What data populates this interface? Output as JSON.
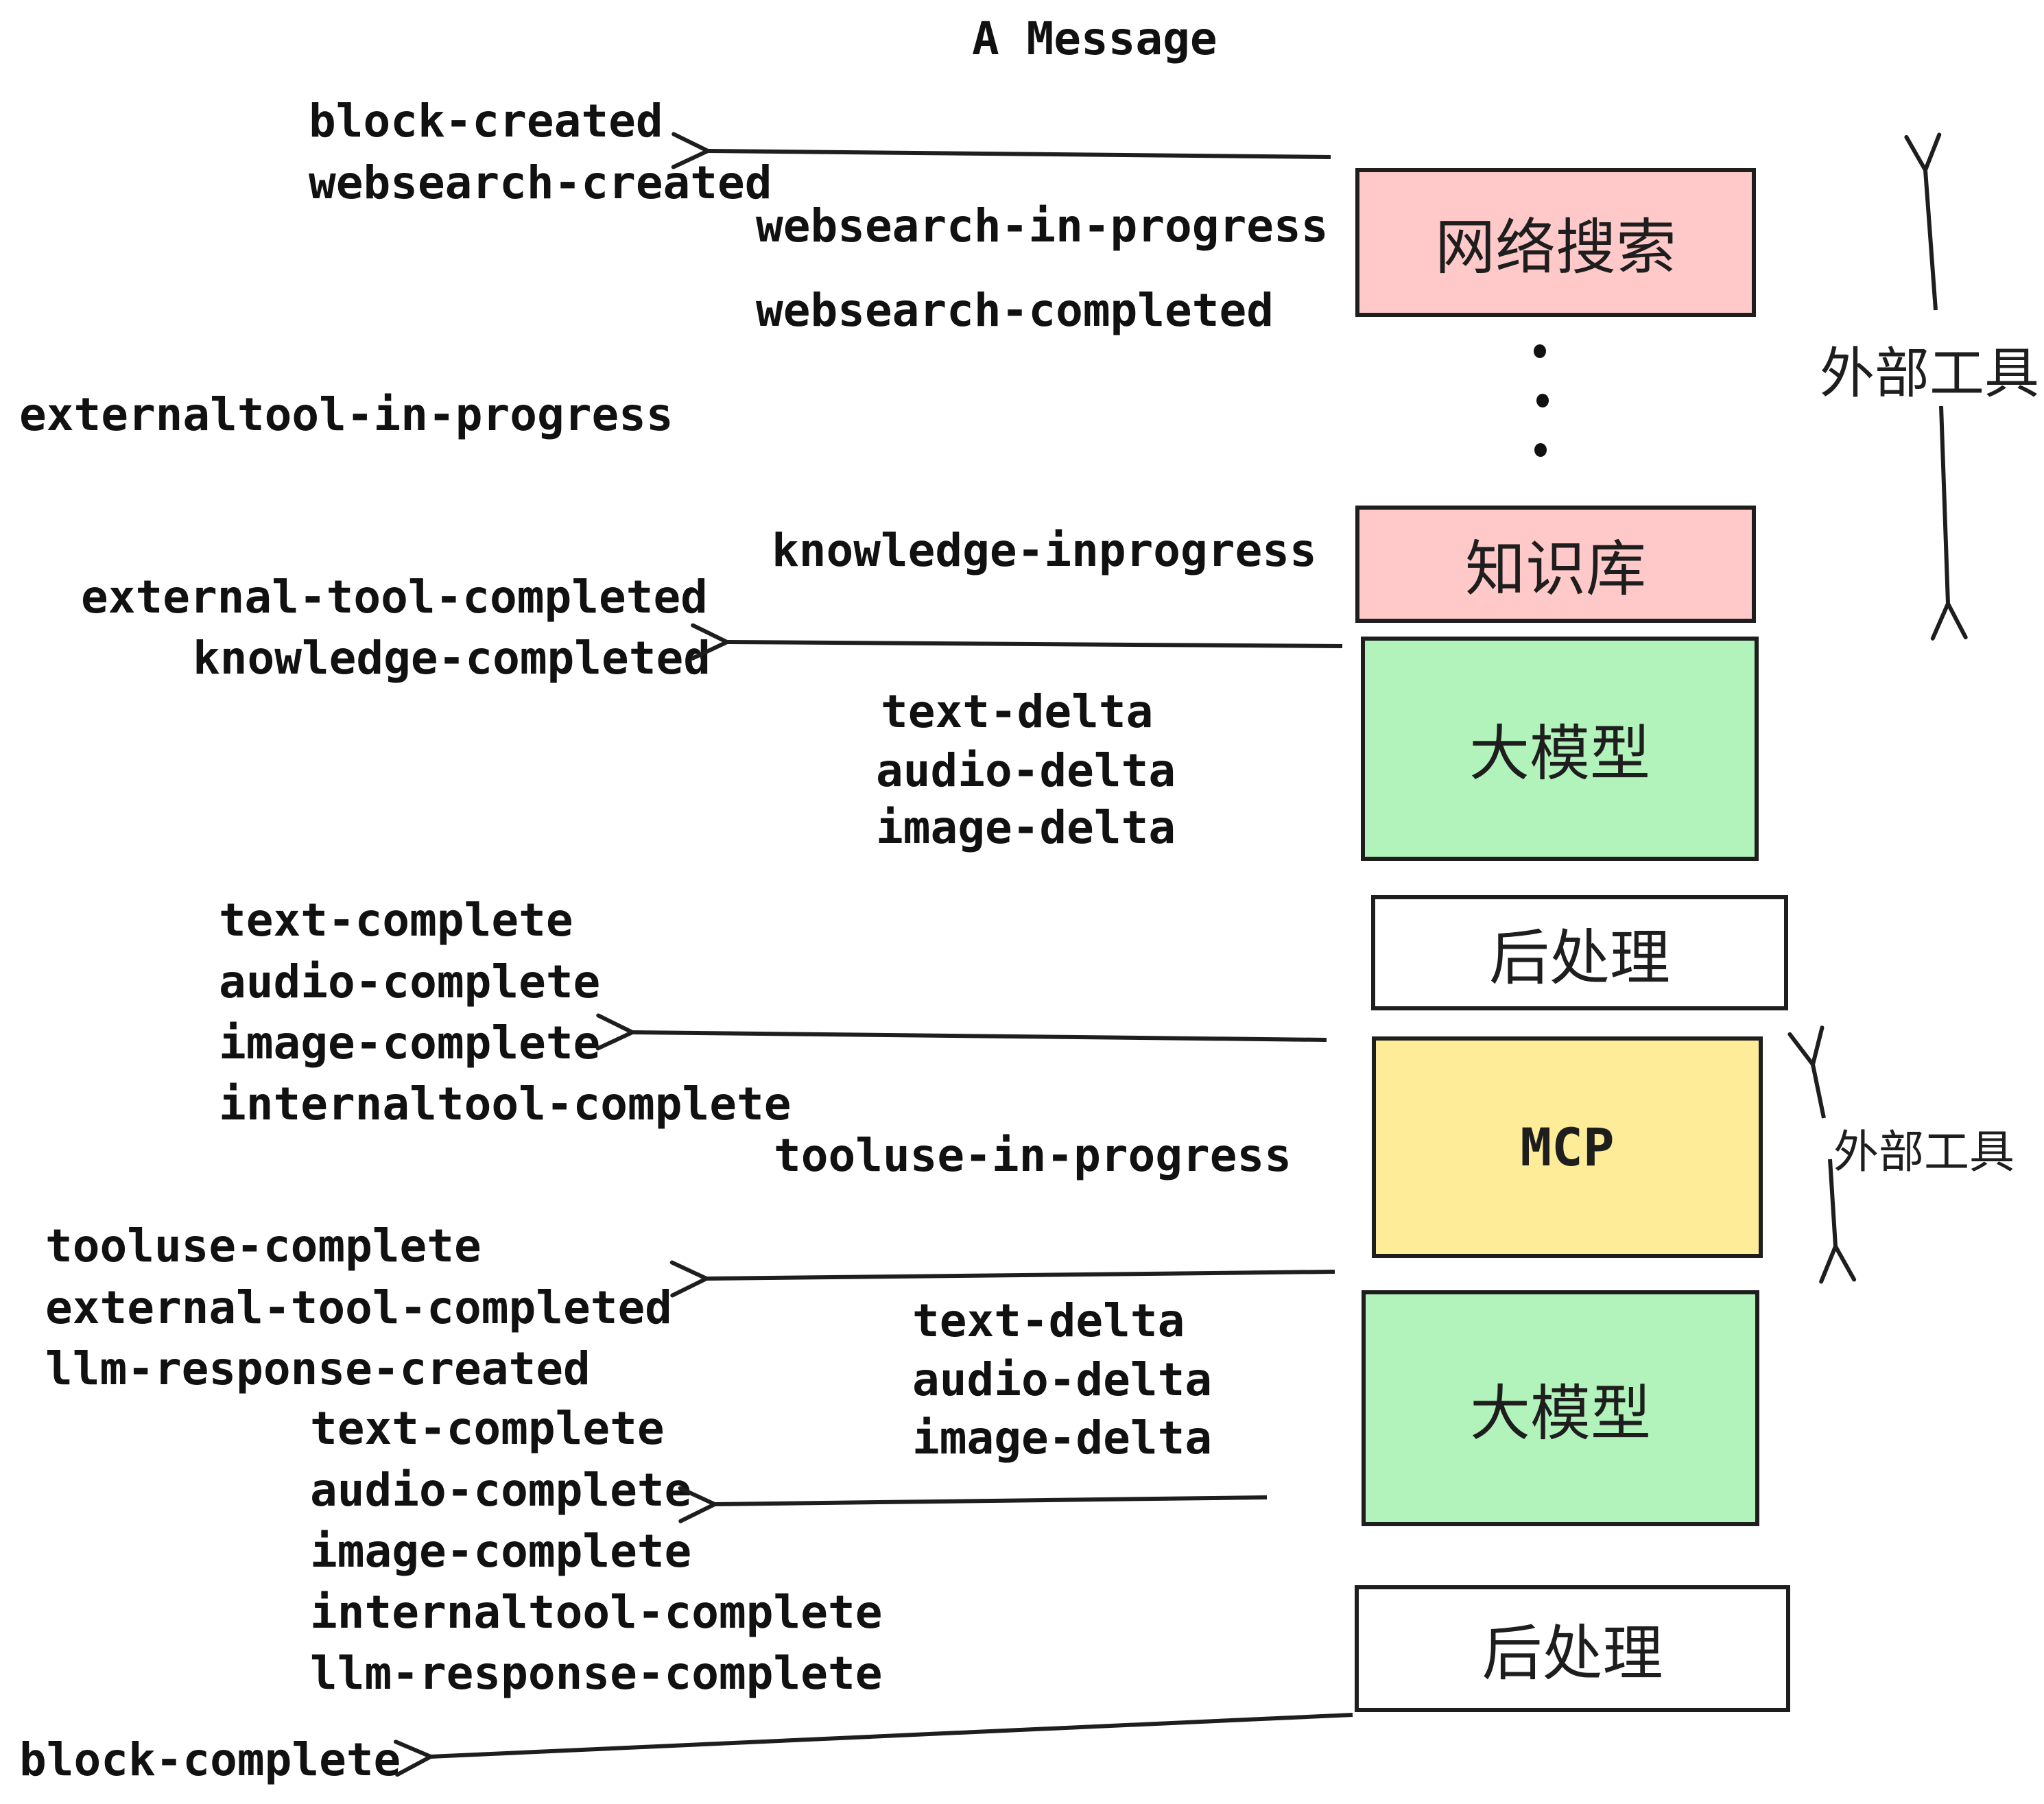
{
  "title": "A Message",
  "events": {
    "block_created": "block-created",
    "websearch_created": "websearch-created",
    "websearch_in_progress": "websearch-in-progress",
    "websearch_completed": "websearch-completed",
    "externaltool_in_progress": "externaltool-in-progress",
    "knowledge_inprogress": "knowledge-inprogress",
    "external_tool_completed": "external-tool-completed",
    "knowledge_completed": "knowledge-completed",
    "text_delta": "text-delta",
    "audio_delta": "audio-delta",
    "image_delta": "image-delta",
    "text_complete": "text-complete",
    "audio_complete": "audio-complete",
    "image_complete": "image-complete",
    "internaltool_complete": "internaltool-complete",
    "tooluse_in_progress": "tooluse-in-progress",
    "tooluse_complete": "tooluse-complete",
    "llm_response_created": "llm-response-created",
    "llm_response_complete": "llm-response-complete",
    "block_complete": "block-complete"
  },
  "boxes": {
    "websearch": {
      "label": "网络搜索",
      "color": "#ffc9c9"
    },
    "knowledge": {
      "label": "知识库",
      "color": "#ffc9c9"
    },
    "llm": {
      "label": "大模型",
      "color": "#b2f2bb"
    },
    "postprocess": {
      "label": "后处理",
      "color": "#ffffff"
    },
    "mcp": {
      "label": "MCP",
      "color": "#ffec99"
    }
  },
  "annotations": {
    "external_tools": "外部工具"
  },
  "colors": {
    "box_pink": "#ffc9c9",
    "box_green": "#b2f2bb",
    "box_yellow": "#ffec99",
    "stroke": "#1e1e1e",
    "background": "#ffffff"
  }
}
